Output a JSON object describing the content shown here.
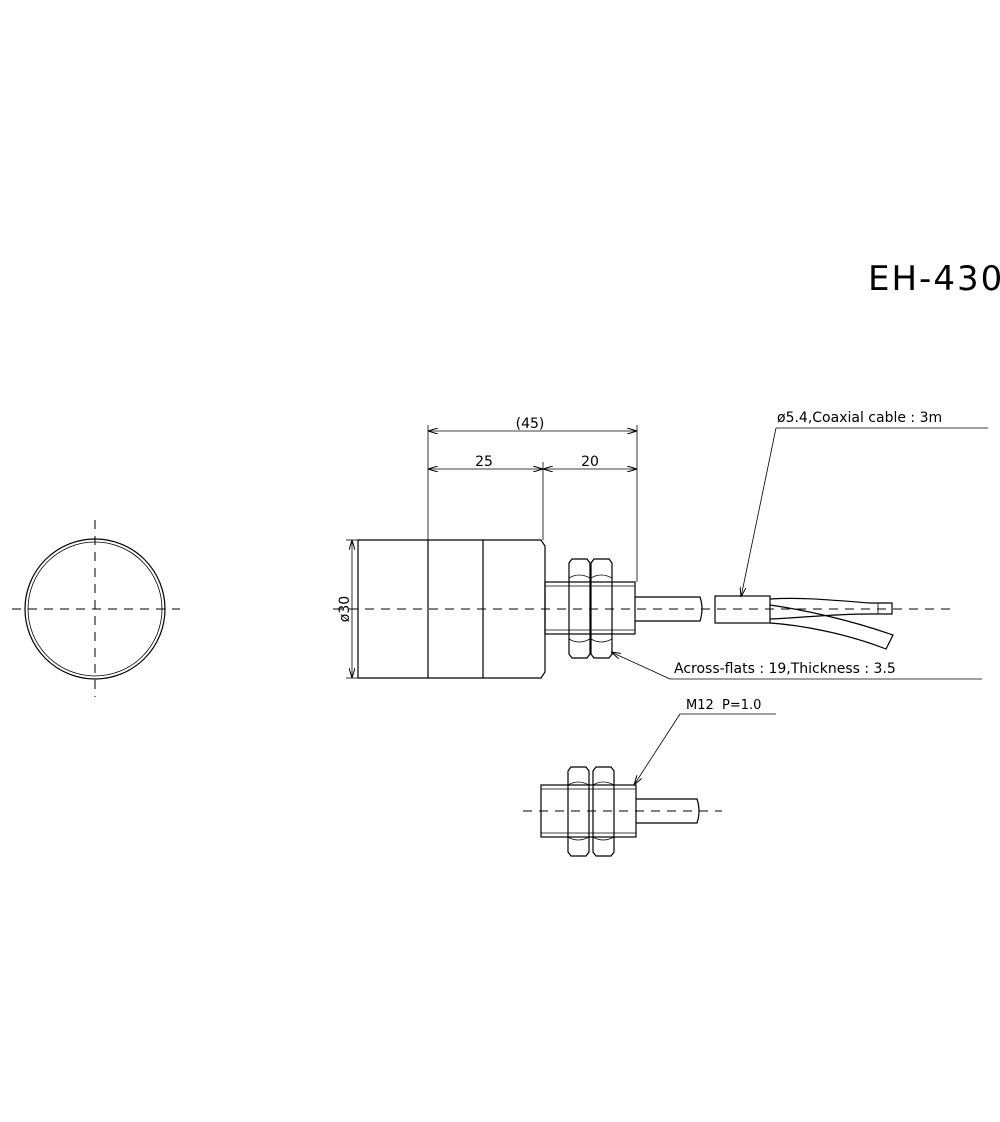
{
  "model": "EH-430",
  "dimensions": {
    "overall_length": "(45)",
    "head_length": "25",
    "thread_length": "20",
    "head_diameter": "ø30"
  },
  "callouts": {
    "cable": "ø5.4,Coaxial cable : 3m",
    "nut": "Across-flats : 19,Thickness : 3.5",
    "thread": "M12  P=1.0"
  }
}
